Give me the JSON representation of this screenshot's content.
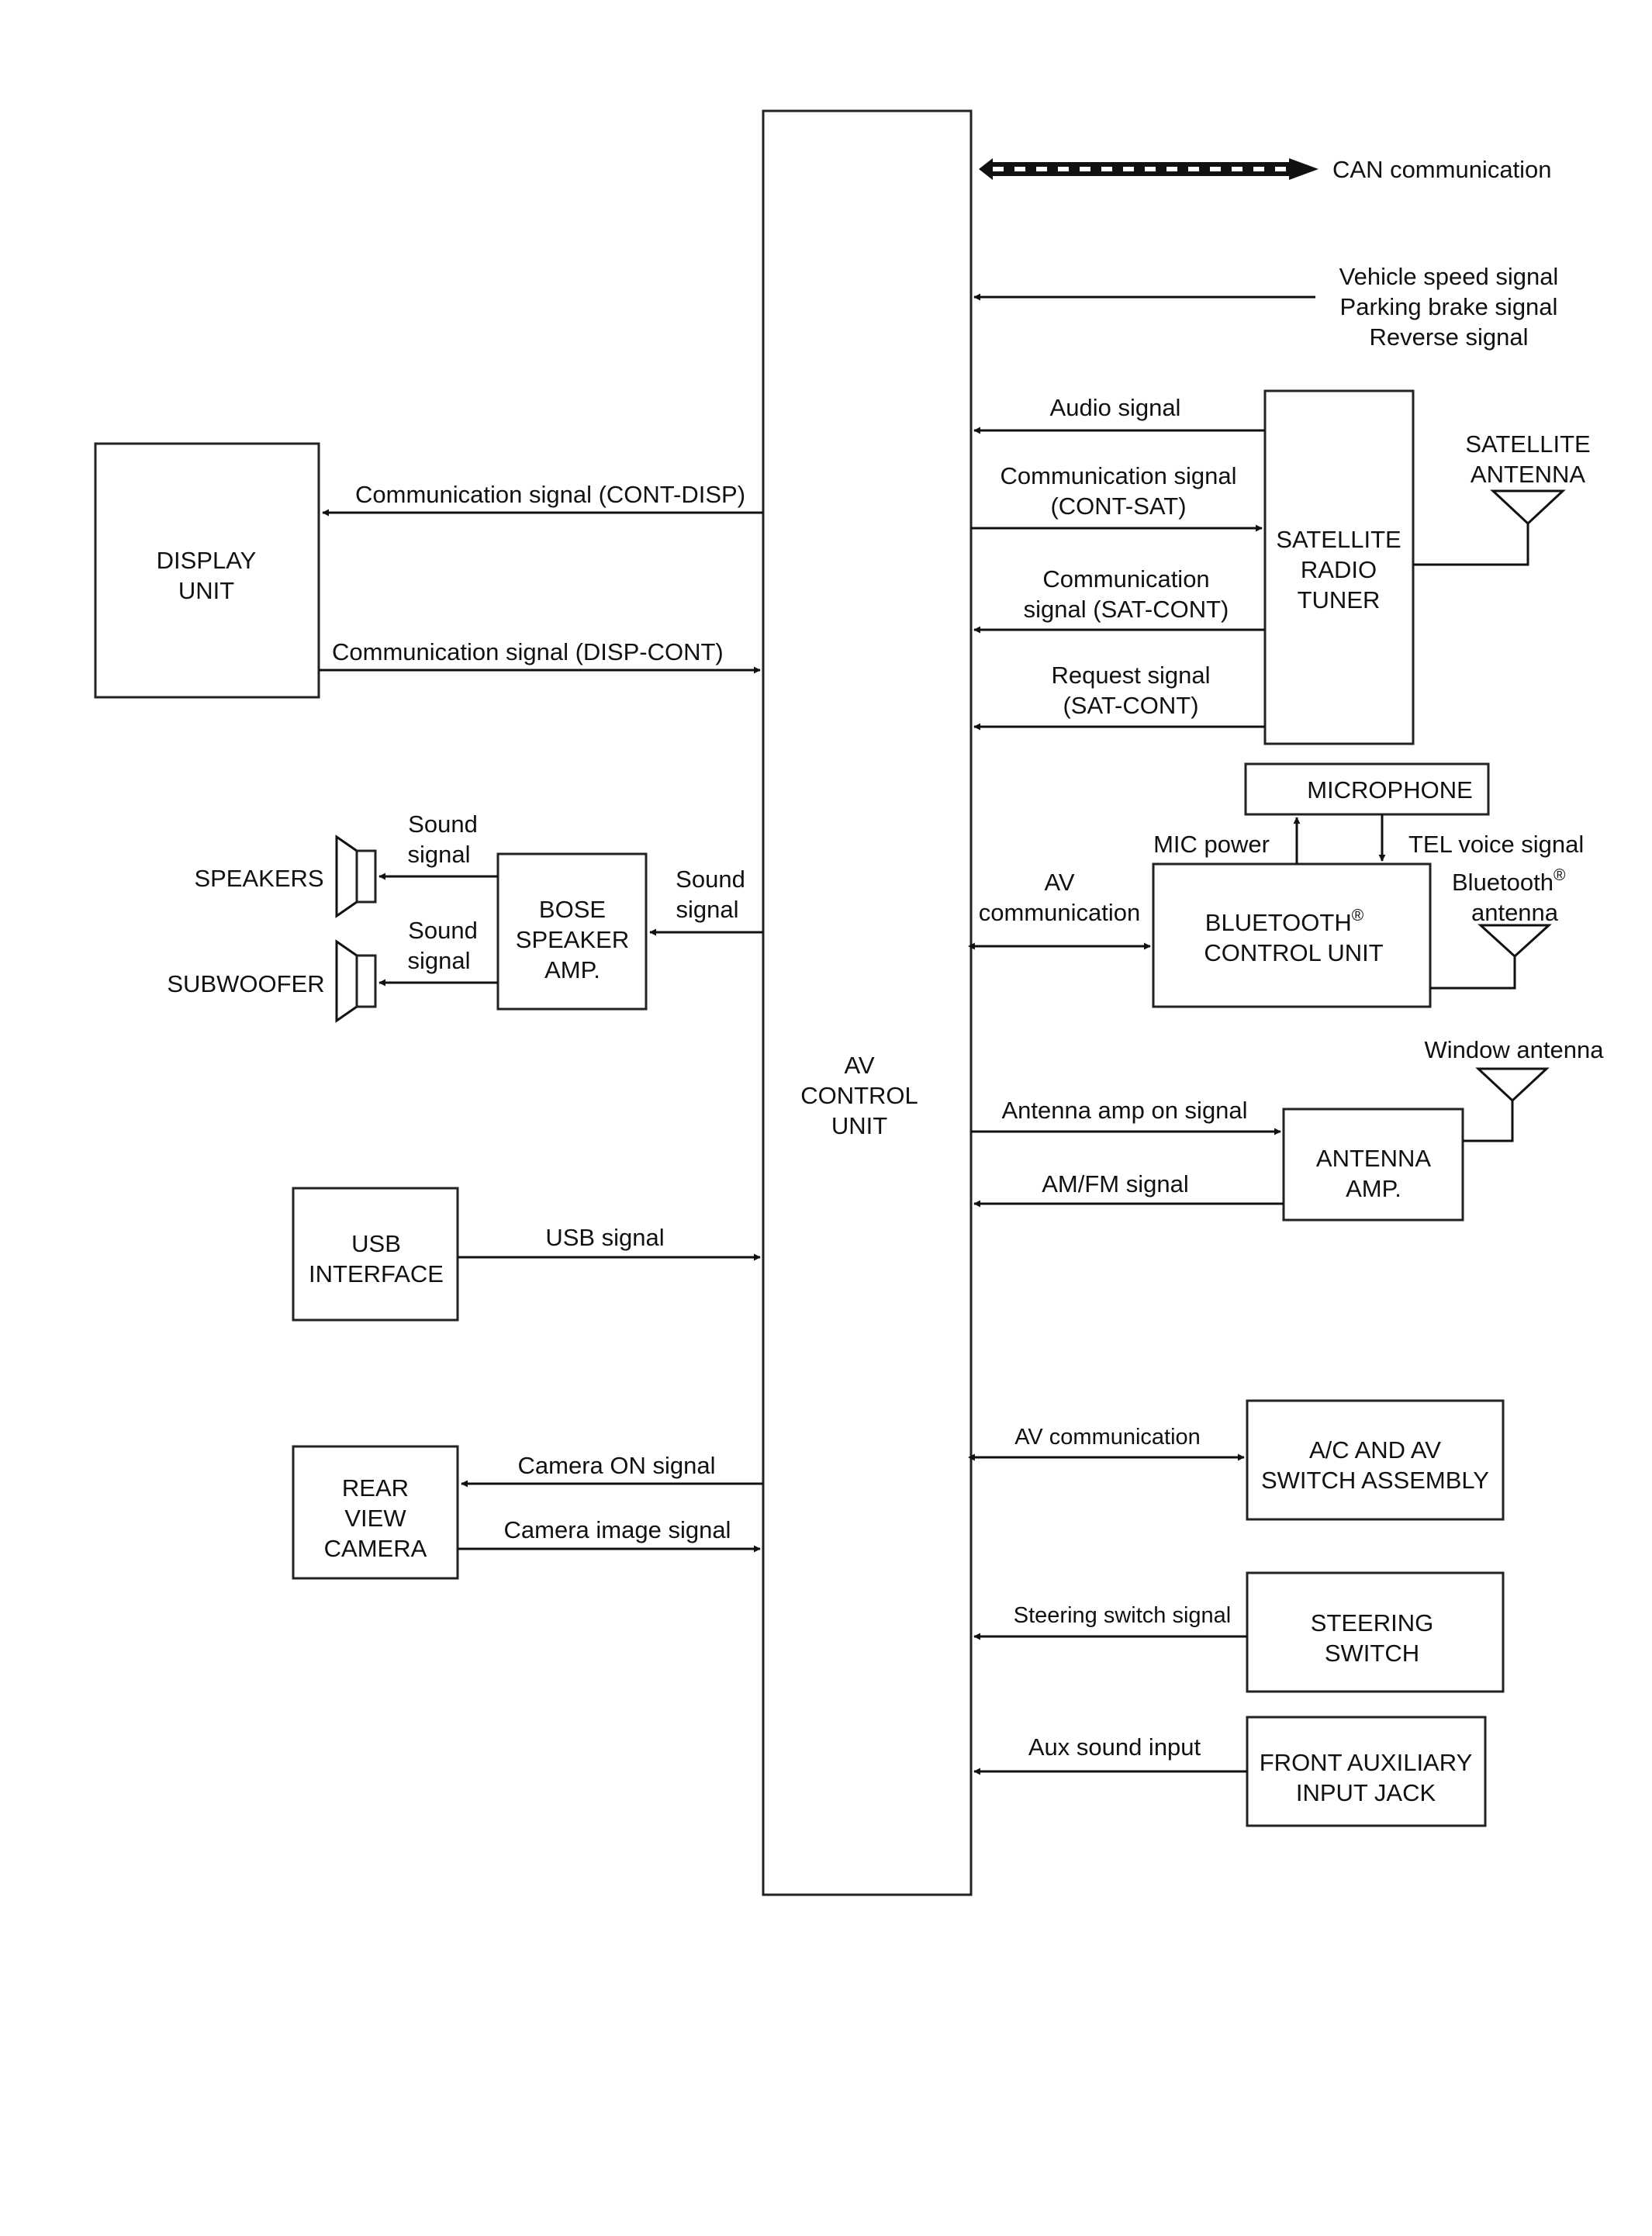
{
  "boxes": {
    "av_control_unit": [
      "AV",
      "CONTROL",
      "UNIT"
    ],
    "display_unit": [
      "DISPLAY",
      "UNIT"
    ],
    "bose_speaker_amp": [
      "BOSE",
      "SPEAKER",
      "AMP."
    ],
    "usb_interface": [
      "USB",
      "INTERFACE"
    ],
    "rear_view_camera": [
      "REAR",
      "VIEW",
      "CAMERA"
    ],
    "satellite_radio_tuner": [
      "SATELLITE",
      "RADIO",
      "TUNER"
    ],
    "microphone": [
      "MICROPHONE"
    ],
    "bluetooth_control_unit": [
      "BLUETOOTH",
      "®",
      "CONTROL UNIT"
    ],
    "antenna_amp": [
      "ANTENNA",
      "AMP."
    ],
    "ac_av_switch_assembly": [
      "A/C AND AV",
      "SWITCH ASSEMBLY"
    ],
    "steering_switch": [
      "STEERING",
      "SWITCH"
    ],
    "front_aux_jack": [
      "FRONT AUXILIARY",
      "INPUT JACK"
    ]
  },
  "components": {
    "speakers": "SPEAKERS",
    "subwoofer": "SUBWOOFER",
    "satellite_antenna": [
      "SATELLITE",
      "ANTENNA"
    ],
    "bluetooth_antenna": [
      "Bluetooth",
      "®",
      "antenna"
    ],
    "window_antenna": "Window antenna"
  },
  "signals": {
    "can": "CAN communication",
    "vehicle_inputs": [
      "Vehicle speed signal",
      "Parking brake signal",
      "Reverse signal"
    ],
    "audio": "Audio signal",
    "comm_cont_sat": [
      "Communication signal",
      "(CONT-SAT)"
    ],
    "comm_sat_cont": [
      "Communication",
      "signal (SAT-CONT)"
    ],
    "request_sat_cont": [
      "Request signal",
      "(SAT-CONT)"
    ],
    "comm_cont_disp": "Communication signal (CONT-DISP)",
    "comm_disp_cont": "Communication signal (DISP-CONT)",
    "sound_to_amp": [
      "Sound",
      "signal"
    ],
    "sound_to_speakers": [
      "Sound",
      "signal"
    ],
    "sound_to_subwoofer": [
      "Sound",
      "signal"
    ],
    "mic_power": "MIC power",
    "tel_voice": "TEL voice signal",
    "av_comm_bt": [
      "AV",
      "communication"
    ],
    "antenna_amp_on": "Antenna amp on signal",
    "am_fm": "AM/FM signal",
    "usb": "USB signal",
    "camera_on": "Camera ON signal",
    "camera_image": "Camera image signal",
    "av_comm_switch": "AV communication",
    "steering": "Steering switch signal",
    "aux_sound": "Aux sound input"
  }
}
